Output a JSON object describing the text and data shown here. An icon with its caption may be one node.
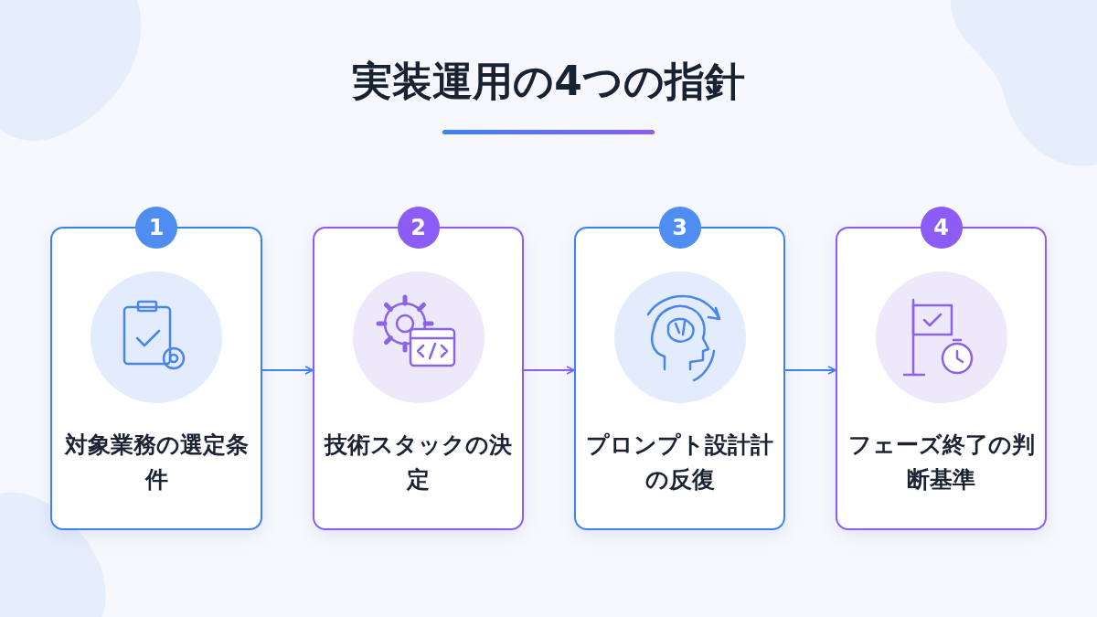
{
  "diagram": {
    "title": "実装運用の4つの指針",
    "nodes": [
      {
        "text": [
          "1",
          "対象業務の選定条件"
        ]
      },
      {
        "text": [
          "2",
          "技術スタックの決定"
        ]
      },
      {
        "text": [
          "3",
          "プロンプト設計計の反復"
        ]
      },
      {
        "text": [
          "4",
          "フェーズ終了の判断基準"
        ]
      }
    ],
    "edges": [
      {
        "from": 0,
        "to": 1,
        "arrow": "to"
      },
      {
        "from": 1,
        "to": 2,
        "arrow": "to",
        "color": "#8b5cf6"
      },
      {
        "from": 2,
        "to": 3,
        "arrow": "to"
      }
    ]
  }
}
